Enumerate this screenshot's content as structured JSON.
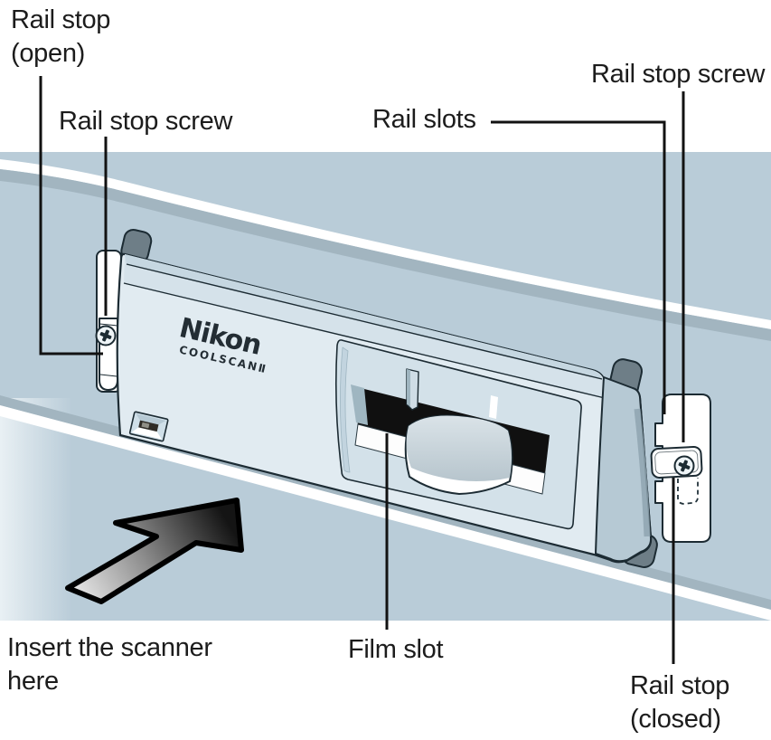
{
  "diagram": {
    "device": {
      "brand": "Nikon",
      "model": "COOLSCANⅡ"
    },
    "labels": {
      "rail_stop_open": {
        "line1": "Rail stop",
        "line2": "(open)"
      },
      "rail_stop_screw_left": "Rail stop screw",
      "rail_slots": "Rail slots",
      "rail_stop_screw_right": "Rail stop screw",
      "insert_scanner": {
        "line1": "Insert the scanner",
        "line2": "here"
      },
      "film_slot": "Film slot",
      "rail_stop_closed": {
        "line1": "Rail stop",
        "line2": "(closed)"
      }
    },
    "colors": {
      "bay_panel": "#b9ccd8",
      "ridge_shadow": "#a2b5c0",
      "ridge_highlight": "#ffffff",
      "scanner_face": "#e1ebf1",
      "scanner_end_cap": "#b6c9d4",
      "slot_opening": "#101010",
      "rail_plate": "#ffffff",
      "outline": "#1c2b33",
      "arrow_dark": "#141414",
      "arrow_light": "#e8e8e8",
      "label_text": "#1c1c1c"
    }
  }
}
